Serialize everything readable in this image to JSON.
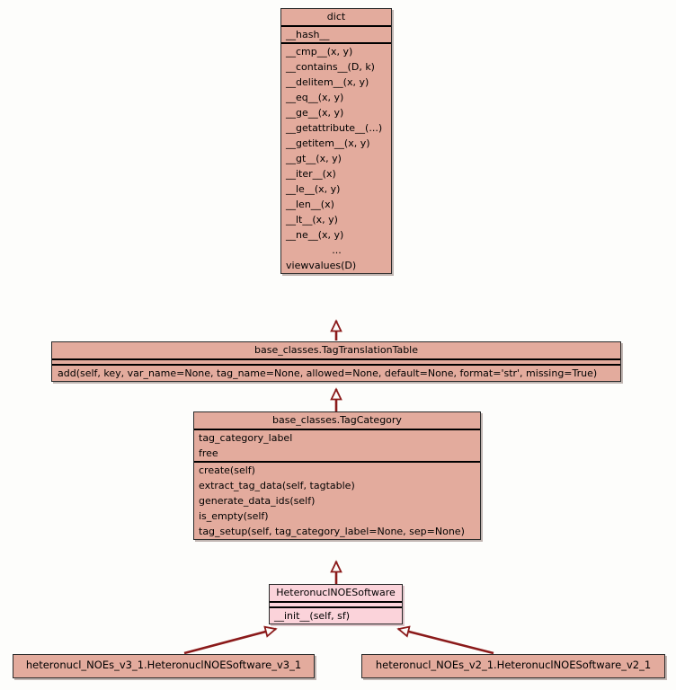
{
  "diagram": {
    "type": "uml-class-diagram",
    "background_color": "#fdfdfb",
    "box_fill_color": "#e3ab9d",
    "highlight_fill_color": "#fbd3da",
    "border_color": "#2b2b2b",
    "arrow_color": "#8b1a1a"
  },
  "classes": {
    "dict": {
      "name": "dict",
      "attributes": [
        "__hash__"
      ],
      "methods": [
        "__cmp__(x, y)",
        "__contains__(D, k)",
        "__delitem__(x, y)",
        "__eq__(x, y)",
        "__ge__(x, y)",
        "__getattribute__(...)",
        "__getitem__(x, y)",
        "__gt__(x, y)",
        "__iter__(x)",
        "__le__(x, y)",
        "__len__(x)",
        "__lt__(x, y)",
        "__ne__(x, y)",
        "...",
        "viewvalues(D)"
      ]
    },
    "tag_translation_table": {
      "name": "base_classes.TagTranslationTable",
      "attributes": [],
      "methods": [
        "add(self, key, var_name=None, tag_name=None, allowed=None, default=None, format='str', missing=True)"
      ]
    },
    "tag_category": {
      "name": "base_classes.TagCategory",
      "attributes": [
        "tag_category_label",
        "free"
      ],
      "methods": [
        "create(self)",
        "extract_tag_data(self, tagtable)",
        "generate_data_ids(self)",
        "is_empty(self)",
        "tag_setup(self, tag_category_label=None, sep=None)"
      ]
    },
    "heteronucl_noe_software": {
      "name": "HeteronuclNOESoftware",
      "attributes": [],
      "methods": [
        "__init__(self, sf)"
      ],
      "highlighted": true
    },
    "heteronucl_noes_v3_1": {
      "name": "heteronucl_NOEs_v3_1.HeteronuclNOESoftware_v3_1",
      "attributes": [],
      "methods": []
    },
    "heteronucl_noes_v2_1": {
      "name": "heteronucl_NOEs_v2_1.HeteronuclNOESoftware_v2_1",
      "attributes": [],
      "methods": []
    }
  },
  "relations": [
    {
      "from": "base_classes.TagTranslationTable",
      "to": "dict",
      "kind": "inheritance"
    },
    {
      "from": "base_classes.TagCategory",
      "to": "base_classes.TagTranslationTable",
      "kind": "inheritance"
    },
    {
      "from": "HeteronuclNOESoftware",
      "to": "base_classes.TagCategory",
      "kind": "inheritance"
    },
    {
      "from": "heteronucl_NOEs_v3_1.HeteronuclNOESoftware_v3_1",
      "to": "HeteronuclNOESoftware",
      "kind": "inheritance"
    },
    {
      "from": "heteronucl_NOEs_v2_1.HeteronuclNOESoftware_v2_1",
      "to": "HeteronuclNOESoftware",
      "kind": "inheritance"
    }
  ]
}
